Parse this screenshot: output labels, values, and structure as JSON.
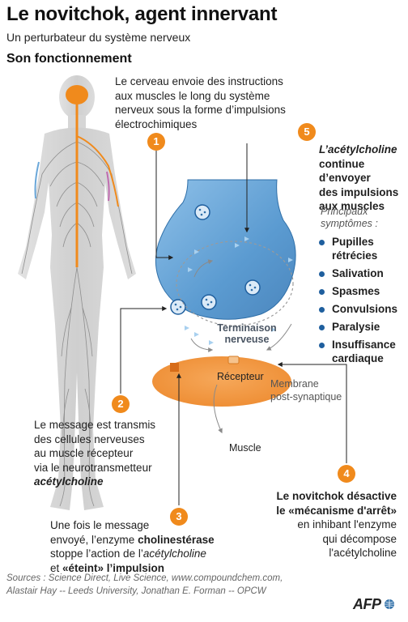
{
  "header": {
    "title": "Le novitchok, agent innervant",
    "subtitle": "Un perturbateur du système nerveux",
    "section": "Son fonctionnement"
  },
  "steps": {
    "s1": {
      "number": "1",
      "lines": [
        "Le cerveau envoie des instructions",
        "aux muscles le long du système",
        "nerveux sous la forme d’impulsions",
        "électrochimiques"
      ]
    },
    "s2": {
      "number": "2",
      "lines": [
        "Le message est transmis",
        "des cellules nerveuses",
        "au muscle récepteur",
        "via le neurotransmetteur"
      ],
      "emphasis": "acétylcholine"
    },
    "s3": {
      "number": "3",
      "line1": "Une fois le message",
      "line2_pre": "envoyé, l’enzyme ",
      "line2_bold": "cholinestérase",
      "line3_pre": "stoppe l’action de l’",
      "line3_italic": "acétylcholine",
      "line4_pre": "et ",
      "line4_bold": "«éteint» l’impulsion"
    },
    "s4": {
      "number": "4",
      "bold1": "Le novitchok désactive",
      "bold2": "le «mécanisme d'arrêt»",
      "lines": [
        "en inhibant l'enzyme",
        "qui décompose",
        "l'acétylcholine"
      ]
    },
    "s5": {
      "number": "5",
      "italic": "L’acétylcholine",
      "lines": [
        "continue",
        "d’envoyer",
        "des impulsions",
        "aux muscles"
      ]
    }
  },
  "symptoms": {
    "intro": [
      "Principaux",
      "symptômes :"
    ],
    "items": [
      {
        "lines": [
          "Pupilles",
          "rétrécies"
        ]
      },
      {
        "lines": [
          "Salivation"
        ]
      },
      {
        "lines": [
          "Spasmes"
        ]
      },
      {
        "lines": [
          "Convulsions"
        ]
      },
      {
        "lines": [
          "Paralysie"
        ]
      },
      {
        "lines": [
          "Insuffisance",
          "cardiaque"
        ]
      }
    ]
  },
  "labels": {
    "terminal": [
      "Terminaison",
      "nerveuse"
    ],
    "receptor": "Récepteur",
    "membrane": [
      "Membrane",
      "post-synaptique"
    ],
    "muscle": "Muscle"
  },
  "footer": {
    "sources": [
      "Sources : Science Direct, Live Science, www.compoundchem.com,",
      "Alastair Hay -- Leeds University, Jonathan E. Forman -- OPCW"
    ],
    "logo": "AFP"
  },
  "colors": {
    "accent": "#f08a1c",
    "nerve_blue": "#6aa7d9",
    "nerve_blue_dark": "#2f6fa8",
    "membrane_orange": "#f39a4a",
    "bullet": "#1f5f9e",
    "body_grey": "#c9c9c9"
  }
}
